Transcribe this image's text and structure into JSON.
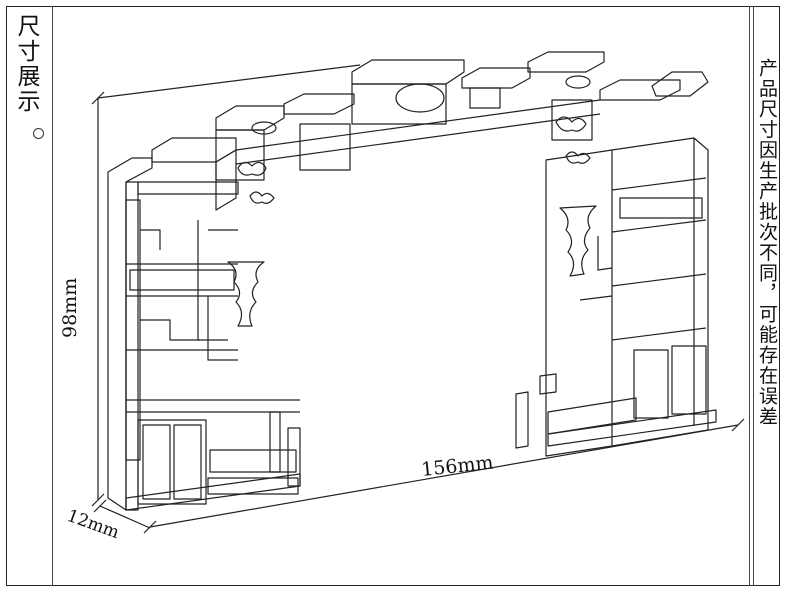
{
  "title": "尺寸展示",
  "note": "产品尺寸因生产批次不同，可能存在误差",
  "dimensions": {
    "height": "98mm",
    "width": "156mm",
    "depth": "12mm"
  }
}
